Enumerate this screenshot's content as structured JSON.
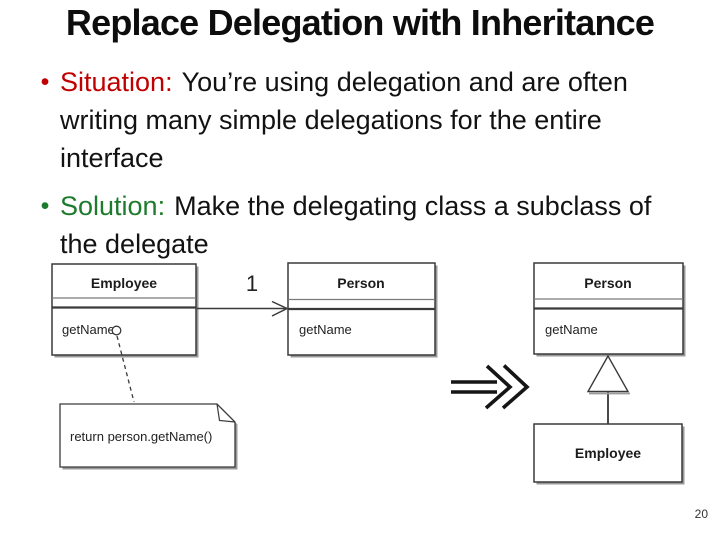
{
  "slide": {
    "title": "Replace Delegation with Inheritance",
    "page_number": "20",
    "accent_colors": {
      "situation_red": "#c00000",
      "solution_green": "#1e7b2e"
    },
    "bullets": [
      {
        "label": "Situation:",
        "lines": [
          "You’re using delegation and are often",
          "writing many simple delegations for the entire",
          "interface"
        ]
      },
      {
        "label": "Solution:",
        "lines": [
          "Make the delegating class a subclass of",
          "the delegate"
        ]
      }
    ]
  },
  "diagram": {
    "before": {
      "employee_class": {
        "name": "Employee",
        "method": "getName"
      },
      "person_class": {
        "name": "Person",
        "method": "getName"
      },
      "association_multiplicity": "1",
      "note_text": "return person.getName()"
    },
    "after": {
      "person_class": {
        "name": "Person",
        "method": "getName"
      },
      "employee_class": {
        "name": "Employee"
      }
    }
  }
}
